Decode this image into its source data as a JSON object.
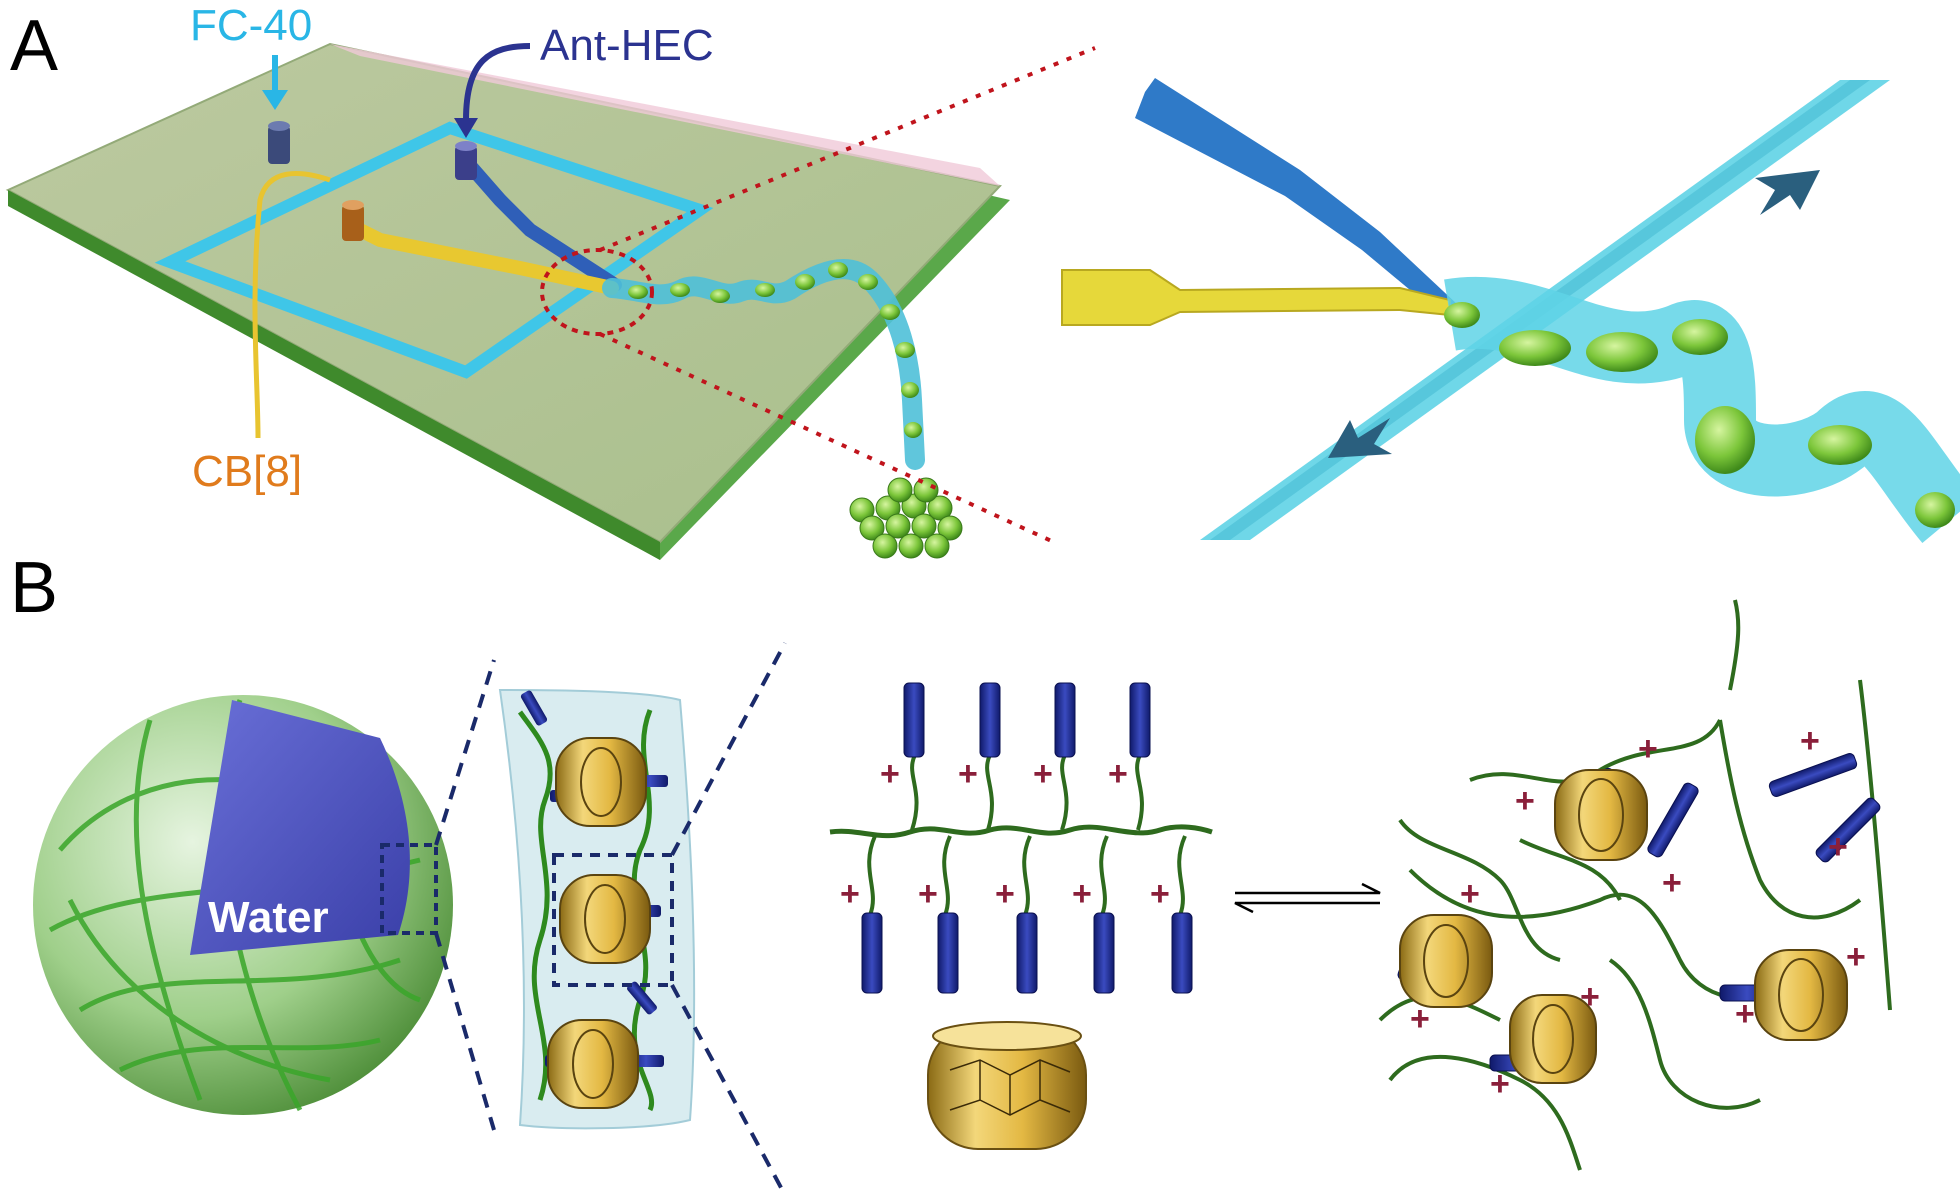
{
  "panels": {
    "a": "A",
    "b": "B"
  },
  "labels": {
    "fc40": "FC-40",
    "ant_hec": "Ant-HEC",
    "cb8": "CB[8]",
    "water": "Water"
  },
  "colors": {
    "fc40": "#29b6e6",
    "ant_hec": "#2b3390",
    "cb8": "#e07b1c",
    "chip_base": "#7fbf5a",
    "channel": "#5fd0e0",
    "droplet": "#7cc63a",
    "guide_line": "#c0141c",
    "polymer": "#2e6b1e",
    "anthracene": "#1e2a8c",
    "cucurbituril": "#d9b23a"
  },
  "icons": [
    "inlet-cylinder-icon",
    "cucurbituril-ring-icon",
    "anthracene-rod-icon",
    "equilibrium-arrows-icon"
  ]
}
